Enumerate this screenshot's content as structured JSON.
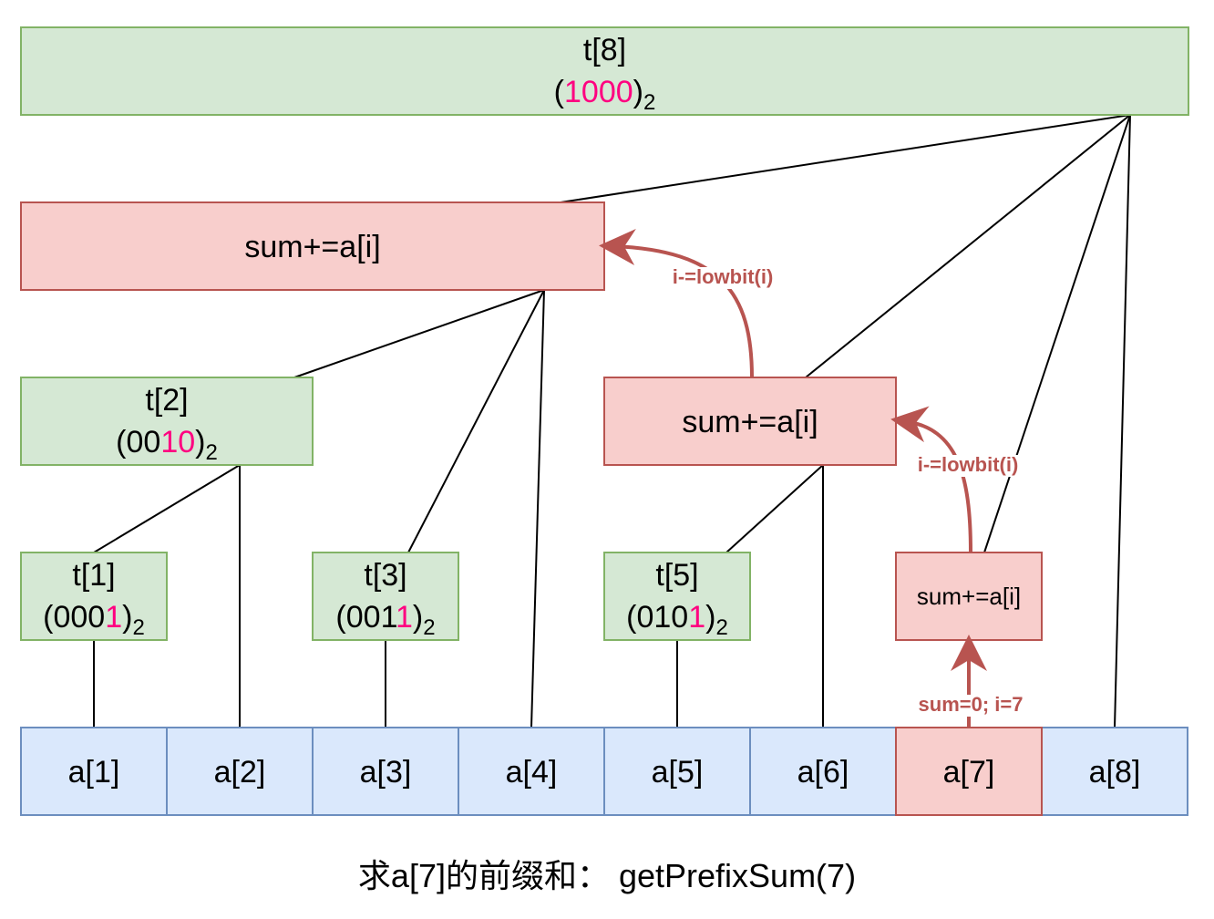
{
  "colors": {
    "green_fill": "#d5e8d4",
    "green_stroke": "#82b366",
    "red_fill": "#f8cecc",
    "red_stroke": "#b85450",
    "blue_fill": "#dae8fc",
    "blue_stroke": "#6c8ebf",
    "highlight_bits": "#ff0080",
    "line": "#000000"
  },
  "tree_nodes": [
    {
      "id": "t8",
      "kind": "tree",
      "style": "green",
      "title": "t[8]",
      "bits_prefix": "",
      "bits_highlight": "1000"
    },
    {
      "id": "t4",
      "kind": "tree",
      "style": "red",
      "label": "sum+=a[i]"
    },
    {
      "id": "t2",
      "kind": "tree",
      "style": "green",
      "title": "t[2]",
      "bits_prefix": "00",
      "bits_highlight": "10"
    },
    {
      "id": "t6",
      "kind": "tree",
      "style": "red",
      "label": "sum+=a[i]"
    },
    {
      "id": "t1",
      "kind": "tree",
      "style": "green",
      "title": "t[1]",
      "bits_prefix": "000",
      "bits_highlight": "1"
    },
    {
      "id": "t3",
      "kind": "tree",
      "style": "green",
      "title": "t[3]",
      "bits_prefix": "001",
      "bits_highlight": "1"
    },
    {
      "id": "t5",
      "kind": "tree",
      "style": "green",
      "title": "t[5]",
      "bits_prefix": "010",
      "bits_highlight": "1"
    },
    {
      "id": "t7",
      "kind": "tree",
      "style": "red",
      "label": "sum+=a[i]"
    }
  ],
  "array_cells": [
    {
      "label": "a[1]",
      "style": "blue"
    },
    {
      "label": "a[2]",
      "style": "blue"
    },
    {
      "label": "a[3]",
      "style": "blue"
    },
    {
      "label": "a[4]",
      "style": "blue"
    },
    {
      "label": "a[5]",
      "style": "blue"
    },
    {
      "label": "a[6]",
      "style": "blue"
    },
    {
      "label": "a[7]",
      "style": "red"
    },
    {
      "label": "a[8]",
      "style": "blue"
    }
  ],
  "edges": [
    {
      "from": "t8",
      "to": "t4"
    },
    {
      "from": "t8",
      "to": "t6"
    },
    {
      "from": "t8",
      "to": "t7"
    },
    {
      "from": "t8",
      "to": "a8"
    },
    {
      "from": "t4",
      "to": "t2"
    },
    {
      "from": "t4",
      "to": "t3"
    },
    {
      "from": "t4",
      "to": "a4"
    },
    {
      "from": "t2",
      "to": "t1"
    },
    {
      "from": "t2",
      "to": "a2"
    },
    {
      "from": "t6",
      "to": "t5"
    },
    {
      "from": "t6",
      "to": "a6"
    },
    {
      "from": "t1",
      "to": "a1"
    },
    {
      "from": "t3",
      "to": "a3"
    },
    {
      "from": "t5",
      "to": "a5"
    }
  ],
  "arrows": [
    {
      "from": "a7",
      "to": "t7",
      "label": "sum=0; i=7"
    },
    {
      "from": "t7",
      "to": "t6",
      "label": "i-=lowbit(i)"
    },
    {
      "from": "t6",
      "to": "t4",
      "label": "i-=lowbit(i)"
    }
  ],
  "binary_subscript": "2",
  "caption": "求a[7]的前缀和： getPrefixSum(7)"
}
